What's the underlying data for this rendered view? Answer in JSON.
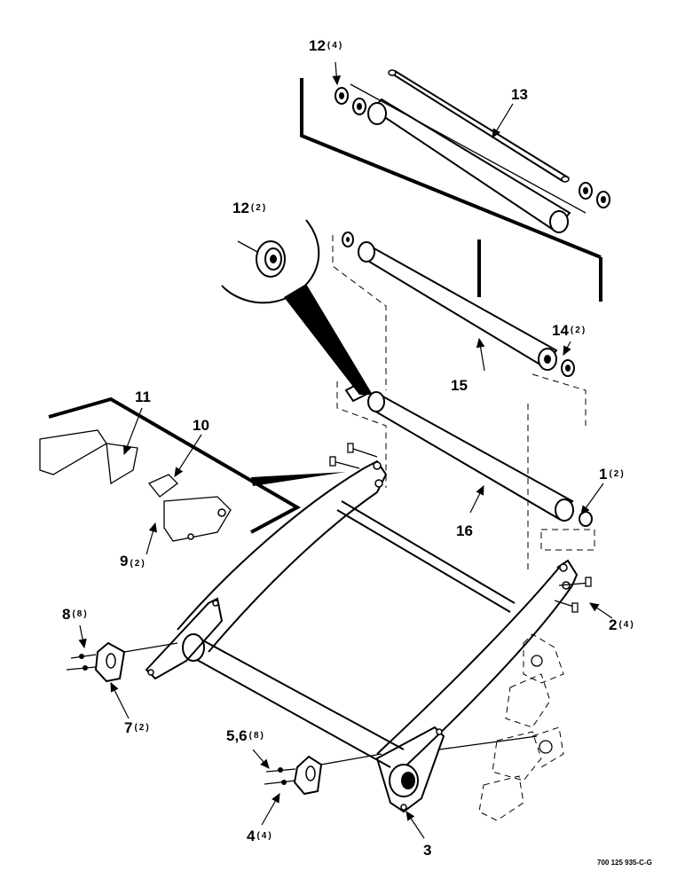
{
  "diagram": {
    "labels": {
      "p1": {
        "num": "1",
        "qty": "(2)"
      },
      "p2": {
        "num": "2",
        "qty": "(4)"
      },
      "p3": {
        "num": "3",
        "qty": ""
      },
      "p4": {
        "num": "4",
        "qty": "(4)"
      },
      "p56": {
        "num": "5,6",
        "qty": "(8)"
      },
      "p7": {
        "num": "7",
        "qty": "(2)"
      },
      "p8": {
        "num": "8",
        "qty": "(8)"
      },
      "p9": {
        "num": "9",
        "qty": "(2)"
      },
      "p10": {
        "num": "10",
        "qty": ""
      },
      "p11": {
        "num": "11",
        "qty": ""
      },
      "p12a": {
        "num": "12",
        "qty": "(4)"
      },
      "p12b": {
        "num": "12",
        "qty": "(2)"
      },
      "p13": {
        "num": "13",
        "qty": ""
      },
      "p14": {
        "num": "14",
        "qty": "(2)"
      },
      "p15": {
        "num": "15",
        "qty": ""
      },
      "p16": {
        "num": "16",
        "qty": ""
      }
    },
    "document_number": "700 125 935-C-G"
  }
}
